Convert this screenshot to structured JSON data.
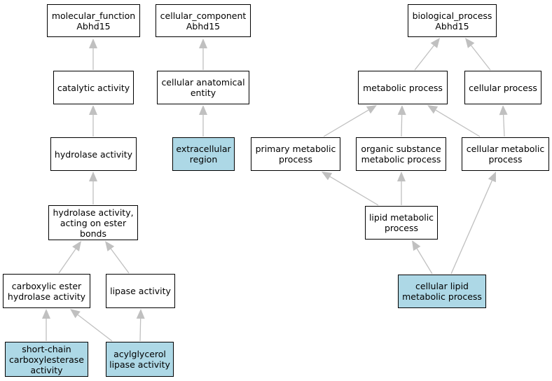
{
  "colors": {
    "highlight": "#add8e6",
    "node_fill": "#ffffff",
    "border": "#000000",
    "edge": "#c0c0c0"
  },
  "nodes": {
    "mf_root": {
      "label": "molecular_function\nAbhd15",
      "highlight": false
    },
    "catalytic": {
      "label": "catalytic activity",
      "highlight": false
    },
    "hydrolase": {
      "label": "hydrolase activity",
      "highlight": false
    },
    "hydrolase_ester": {
      "label": "hydrolase activity,\nacting on ester\nbonds",
      "highlight": false
    },
    "carboxylic": {
      "label": "carboxylic ester\nhydrolase activity",
      "highlight": false
    },
    "lipase": {
      "label": "lipase activity",
      "highlight": false
    },
    "shortchain": {
      "label": "short-chain\ncarboxylesterase\nactivity",
      "highlight": true
    },
    "acylglycerol": {
      "label": "acylglycerol\nlipase activity",
      "highlight": true
    },
    "cc_root": {
      "label": "cellular_component\nAbhd15",
      "highlight": false
    },
    "anatomical": {
      "label": "cellular anatomical\nentity",
      "highlight": false
    },
    "extracellular": {
      "label": "extracellular\nregion",
      "highlight": true
    },
    "bp_root": {
      "label": "biological_process\nAbhd15",
      "highlight": false
    },
    "metabolic": {
      "label": "metabolic process",
      "highlight": false
    },
    "cellular": {
      "label": "cellular process",
      "highlight": false
    },
    "primary_met": {
      "label": "primary metabolic\nprocess",
      "highlight": false
    },
    "organic_met": {
      "label": "organic substance\nmetabolic process",
      "highlight": false
    },
    "cellular_met": {
      "label": "cellular metabolic\nprocess",
      "highlight": false
    },
    "lipid_met": {
      "label": "lipid metabolic\nprocess",
      "highlight": false
    },
    "cellular_lipid": {
      "label": "cellular lipid\nmetabolic process",
      "highlight": true
    }
  },
  "edges": [
    {
      "from": "catalytic",
      "to": "mf_root"
    },
    {
      "from": "hydrolase",
      "to": "catalytic"
    },
    {
      "from": "hydrolase_ester",
      "to": "hydrolase"
    },
    {
      "from": "carboxylic",
      "to": "hydrolase_ester"
    },
    {
      "from": "lipase",
      "to": "hydrolase_ester"
    },
    {
      "from": "shortchain",
      "to": "carboxylic"
    },
    {
      "from": "acylglycerol",
      "to": "carboxylic"
    },
    {
      "from": "acylglycerol",
      "to": "lipase"
    },
    {
      "from": "anatomical",
      "to": "cc_root"
    },
    {
      "from": "extracellular",
      "to": "anatomical"
    },
    {
      "from": "metabolic",
      "to": "bp_root"
    },
    {
      "from": "cellular",
      "to": "bp_root"
    },
    {
      "from": "primary_met",
      "to": "metabolic"
    },
    {
      "from": "organic_met",
      "to": "metabolic"
    },
    {
      "from": "cellular_met",
      "to": "metabolic"
    },
    {
      "from": "cellular_met",
      "to": "cellular"
    },
    {
      "from": "lipid_met",
      "to": "primary_met"
    },
    {
      "from": "lipid_met",
      "to": "organic_met"
    },
    {
      "from": "cellular_lipid",
      "to": "lipid_met"
    },
    {
      "from": "cellular_lipid",
      "to": "cellular_met"
    }
  ]
}
